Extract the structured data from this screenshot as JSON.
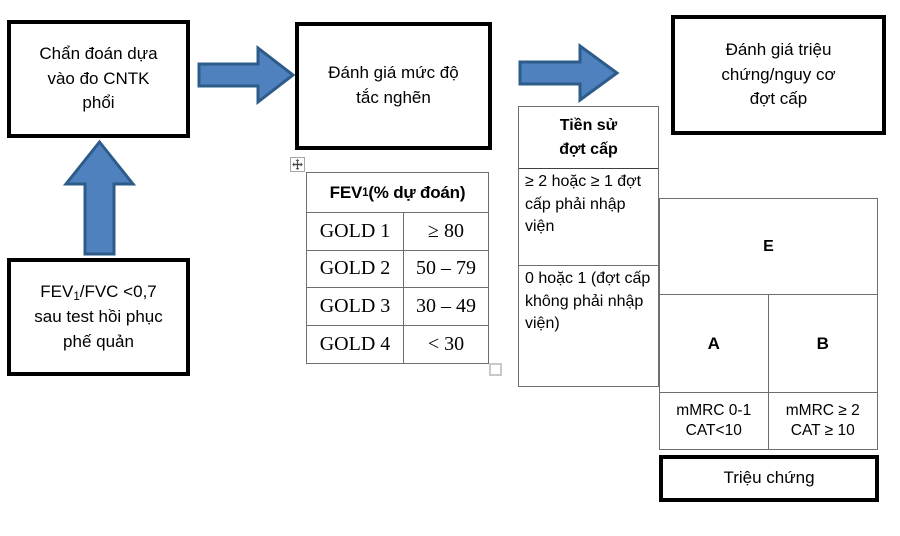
{
  "diagram": {
    "title": "COPD diagnosis and assessment flow (Vietnamese)",
    "colors": {
      "arrow_fill": "#4E81BD",
      "arrow_stroke": "#2E5C8A",
      "box_border": "#000000",
      "table_border": "#6E6E6E",
      "background": "#FFFFFF"
    }
  },
  "boxes": {
    "diagnosis": {
      "line1": "Chẩn đoán dựa",
      "line2": "vào đo CNTK",
      "line3": "phổi"
    },
    "spirometry_criteria": {
      "line1_a": "FEV",
      "line1_sub": "1",
      "line1_b": "/FVC <0,7",
      "line2": "sau test hồi phục",
      "line3": "phế quản"
    },
    "obstruction": {
      "line1": "Đánh giá mức độ",
      "line2": "tắc nghẽn"
    },
    "symptoms_risk": {
      "line1": "Đánh giá triệu",
      "line2": "chứng/nguy cơ",
      "line3": "đợt cấp"
    },
    "symptoms_footer": {
      "label": "Triệu chứng"
    }
  },
  "gold_table": {
    "header_a": "FEV",
    "header_sub": "1",
    "header_b": " (% dự đoán)",
    "rows": [
      {
        "grade": "GOLD 1",
        "value": "≥ 80"
      },
      {
        "grade": "GOLD 2",
        "value": "50 – 79"
      },
      {
        "grade": "GOLD 3",
        "value": "30 – 49"
      },
      {
        "grade": "GOLD 4",
        "value": "< 30"
      }
    ]
  },
  "history_table": {
    "header_line1": "Tiền sử",
    "header_line2": "đợt cấp",
    "rows": [
      {
        "text": "≥ 2 hoặc ≥ 1 đợt cấp phải nhập viện"
      },
      {
        "text": "0 hoặc 1 (đợt cấp không phải nhập viện)"
      }
    ]
  },
  "abe_grid": {
    "group_e": "E",
    "group_a": "A",
    "group_b": "B",
    "criteria_left_line1": "mMRC 0-1",
    "criteria_left_line2": "CAT<10",
    "criteria_right_line1": "mMRC ≥ 2",
    "criteria_right_line2": "CAT ≥ 10"
  },
  "arrows": {
    "arrow_up_label": "up-arrow-to-diagnosis",
    "arrow_right_1_label": "right-arrow-to-obstruction",
    "arrow_right_2_label": "right-arrow-to-symptoms"
  },
  "handles": {
    "table_move": "table-move-handle",
    "table_resize": "table-resize-handle"
  }
}
